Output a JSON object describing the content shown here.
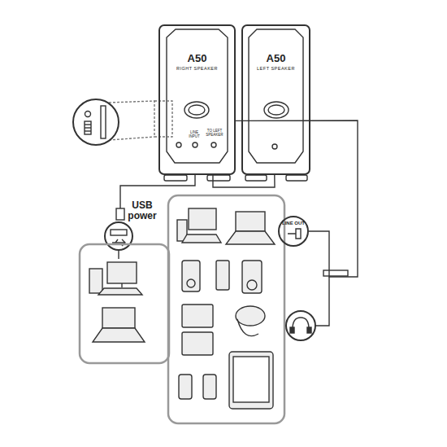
{
  "diagram": {
    "nodes": [
      {
        "text": [
          "A50",
          "RIGHT SPEAKER"
        ]
      },
      {
        "text": [
          "A50",
          "LEFT SPEAKER"
        ]
      },
      {
        "text": [
          "LINE OUT"
        ]
      }
    ],
    "edges": [
      {
        "from": 0,
        "to": 1,
        "arrow": "none"
      },
      {
        "from": 0,
        "to": 2,
        "arrow": "none"
      }
    ],
    "labels": [
      "USB power",
      "LINE INPUT",
      "TO LEFT SPEAKER"
    ]
  }
}
